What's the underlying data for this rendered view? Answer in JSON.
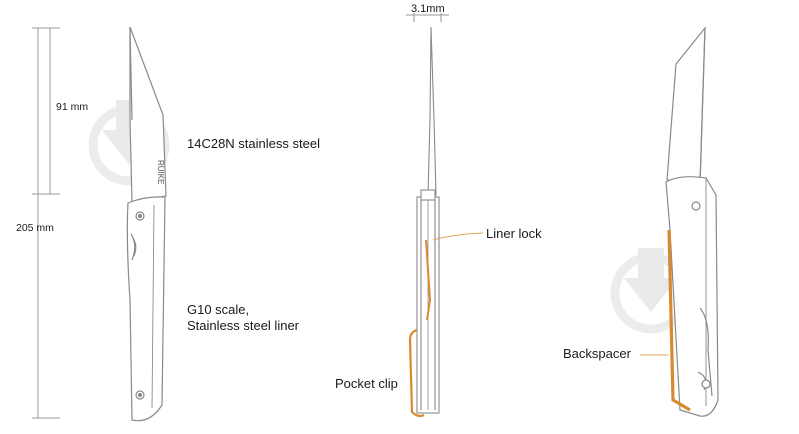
{
  "dimensions": {
    "blade_length": "91 mm",
    "overall_length": "205 mm",
    "blade_thickness": "3.1mm"
  },
  "brand_mark": "RUIKE",
  "callouts": {
    "blade_material": "14C28N stainless steel",
    "handle_material_line1": "G10 scale,",
    "handle_material_line2": "Stainless steel liner",
    "liner_lock": "Liner lock",
    "pocket_clip": "Pocket clip",
    "backspacer": "Backspacer"
  },
  "colors": {
    "outline": "#8a8a8a",
    "accent_orange": "#d98a2e",
    "leader_orange": "#e3a25a",
    "dimension_line": "#9a9a9a",
    "watermark": "#e8e8e8"
  },
  "icons": [
    "watermark-icon"
  ]
}
